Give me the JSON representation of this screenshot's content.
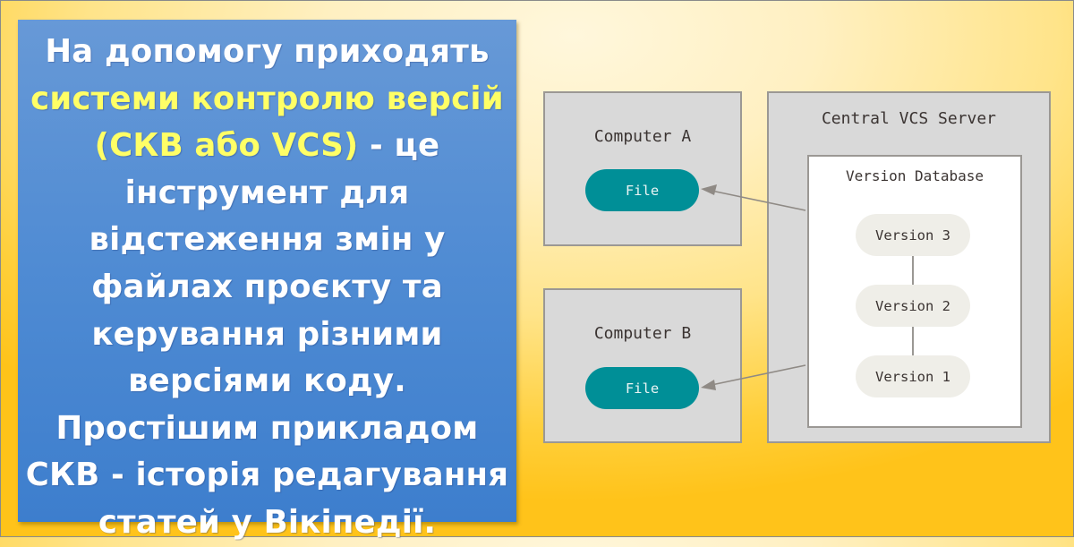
{
  "slide": {
    "text_lines": [
      {
        "segments": [
          {
            "text": "На допомогу приходять",
            "highlight": false
          }
        ]
      },
      {
        "segments": [
          {
            "text": "системи контролю версій",
            "highlight": true
          }
        ]
      },
      {
        "segments": [
          {
            "text": "(СКВ або VCS)",
            "highlight": true
          },
          {
            "text": " - це",
            "highlight": false
          }
        ]
      },
      {
        "segments": [
          {
            "text": "інструмент для",
            "highlight": false
          }
        ]
      },
      {
        "segments": [
          {
            "text": "відстеження змін у",
            "highlight": false
          }
        ]
      },
      {
        "segments": [
          {
            "text": "файлах проєкту та",
            "highlight": false
          }
        ]
      },
      {
        "segments": [
          {
            "text": "керування різними",
            "highlight": false
          }
        ]
      },
      {
        "segments": [
          {
            "text": "версіями коду.",
            "highlight": false
          }
        ]
      },
      {
        "segments": [
          {
            "text": "Простішим прикладом",
            "highlight": false
          }
        ]
      },
      {
        "segments": [
          {
            "text": "СКВ - історія редагування",
            "highlight": false
          }
        ]
      },
      {
        "segments": [
          {
            "text": "статей у Вікіпедії.",
            "highlight": false
          }
        ]
      }
    ],
    "colors": {
      "panel_top": "#6799d7",
      "panel_bottom": "#3d7ecd",
      "text": "#ffffff",
      "highlight": "#ffff66",
      "background_light": "#fff7dc",
      "background_dark": "#ffc31a"
    }
  },
  "diagram": {
    "computer_a": {
      "title": "Computer A",
      "file_label": "File"
    },
    "computer_b": {
      "title": "Computer B",
      "file_label": "File"
    },
    "server": {
      "title": "Central VCS Server",
      "database": {
        "title": "Version Database",
        "versions": [
          "Version 3",
          "Version 2",
          "Version 1"
        ]
      }
    },
    "colors": {
      "box_fill": "#d9d9d9",
      "box_border": "#9b9894",
      "file_pill": "#008f97",
      "version_pill": "#efeee8",
      "arrow": "#8f8a85",
      "label_text": "#3b3432"
    }
  }
}
